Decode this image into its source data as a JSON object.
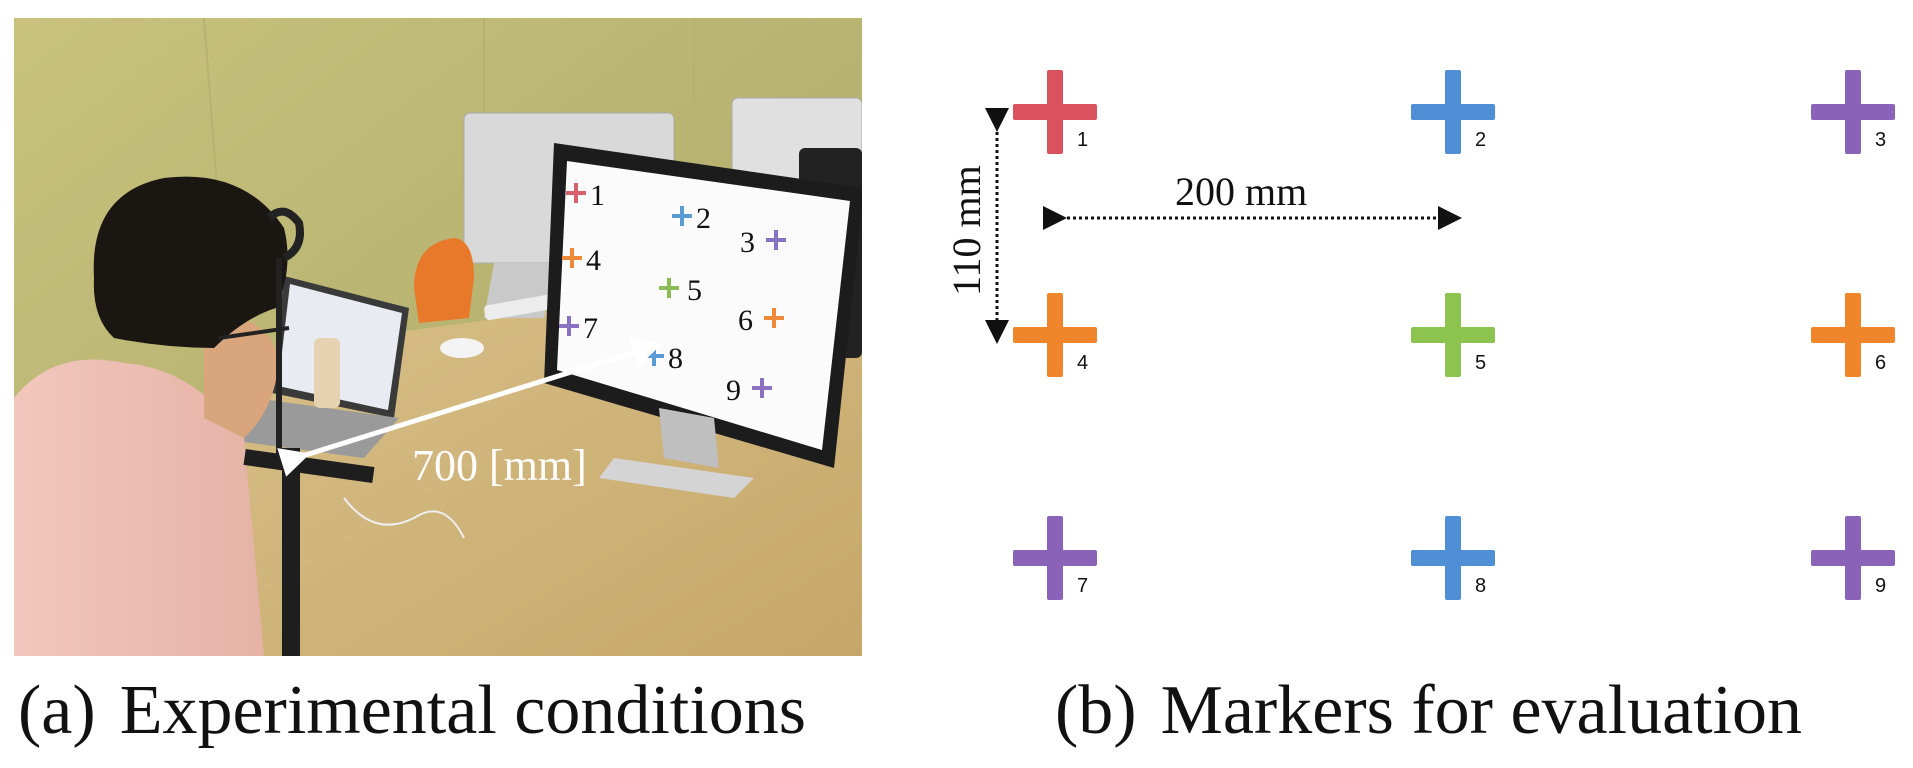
{
  "photo_panel": {
    "distance_label": "700 [mm]",
    "screen_labels": [
      "1",
      "2",
      "3",
      "4",
      "5",
      "6",
      "7",
      "8",
      "9"
    ],
    "cross_colors": [
      "#d8606c",
      "#5b9bd5",
      "#8a72c0",
      "#ef8a3a",
      "#8cbc57",
      "#ef8a3a",
      "#8a72c0",
      "#5b9bd5",
      "#8a72c0"
    ]
  },
  "marker_panel": {
    "horizontal_spacing": "200 mm",
    "vertical_spacing": "110 mm",
    "markers": [
      {
        "label": "1",
        "color": "#d9525e"
      },
      {
        "label": "2",
        "color": "#4f8fd6"
      },
      {
        "label": "3",
        "color": "#8a62b8"
      },
      {
        "label": "4",
        "color": "#f0862c"
      },
      {
        "label": "5",
        "color": "#8cc44f"
      },
      {
        "label": "6",
        "color": "#f0862c"
      },
      {
        "label": "7",
        "color": "#8a62b8"
      },
      {
        "label": "8",
        "color": "#4f8fd6"
      },
      {
        "label": "9",
        "color": "#8a62b8"
      }
    ]
  },
  "captions": {
    "a_label": "(a)",
    "a_text": "Experimental conditions",
    "b_label": "(b)",
    "b_text": "Markers for evaluation"
  }
}
